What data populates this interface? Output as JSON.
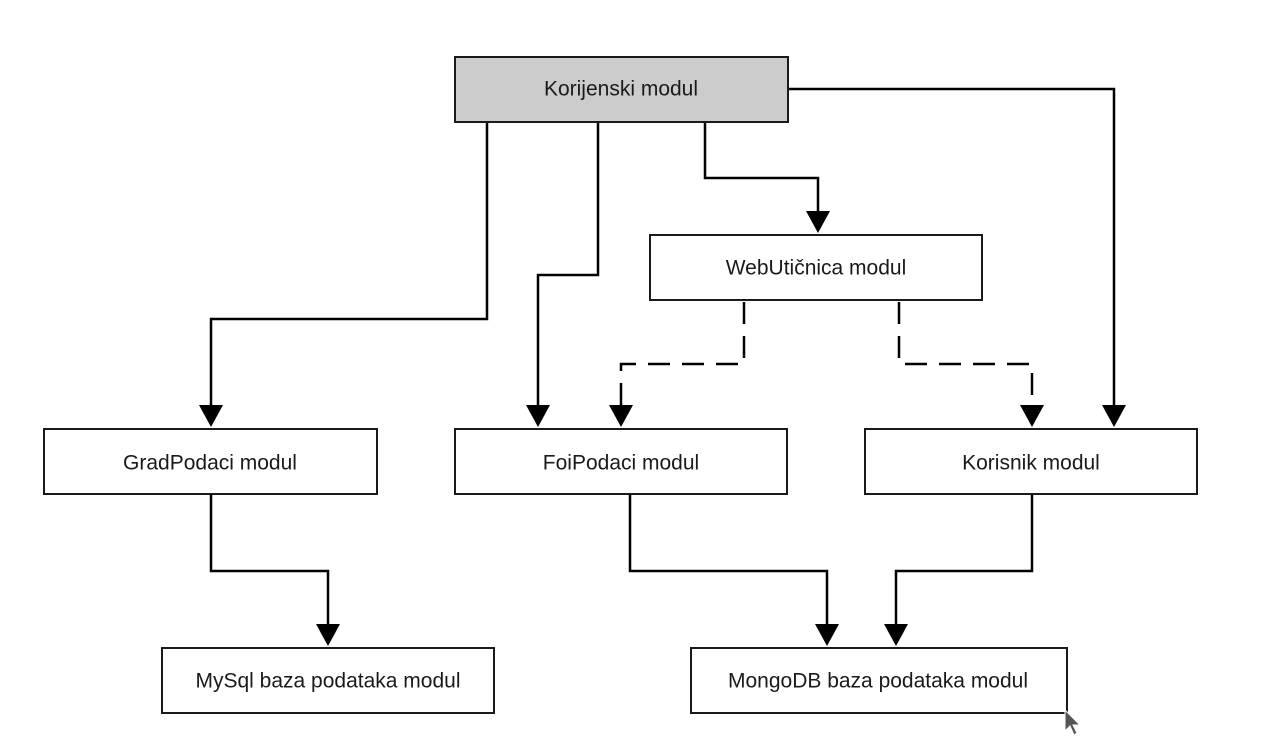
{
  "diagram": {
    "nodes": [
      {
        "id": "root",
        "label": "Korijenski modul",
        "fill": "#cccccc"
      },
      {
        "id": "websocket",
        "label": "WebUtičnica modul",
        "fill": "#ffffff"
      },
      {
        "id": "gradpodaci",
        "label": "GradPodaci modul",
        "fill": "#ffffff"
      },
      {
        "id": "foipodaci",
        "label": "FoiPodaci modul",
        "fill": "#ffffff"
      },
      {
        "id": "korisnik",
        "label": "Korisnik modul",
        "fill": "#ffffff"
      },
      {
        "id": "mysql",
        "label": "MySql baza podataka modul",
        "fill": "#ffffff"
      },
      {
        "id": "mongodb",
        "label": "MongoDB baza podataka modul",
        "fill": "#ffffff"
      }
    ],
    "edges": [
      {
        "from": "root",
        "to": "gradpodaci",
        "style": "solid"
      },
      {
        "from": "root",
        "to": "foipodaci",
        "style": "solid"
      },
      {
        "from": "root",
        "to": "websocket",
        "style": "solid"
      },
      {
        "from": "root",
        "to": "korisnik",
        "style": "solid"
      },
      {
        "from": "websocket",
        "to": "foipodaci",
        "style": "dashed"
      },
      {
        "from": "websocket",
        "to": "korisnik",
        "style": "dashed"
      },
      {
        "from": "gradpodaci",
        "to": "mysql",
        "style": "solid"
      },
      {
        "from": "foipodaci",
        "to": "mongodb",
        "style": "solid"
      },
      {
        "from": "korisnik",
        "to": "mongodb",
        "style": "solid"
      }
    ]
  }
}
